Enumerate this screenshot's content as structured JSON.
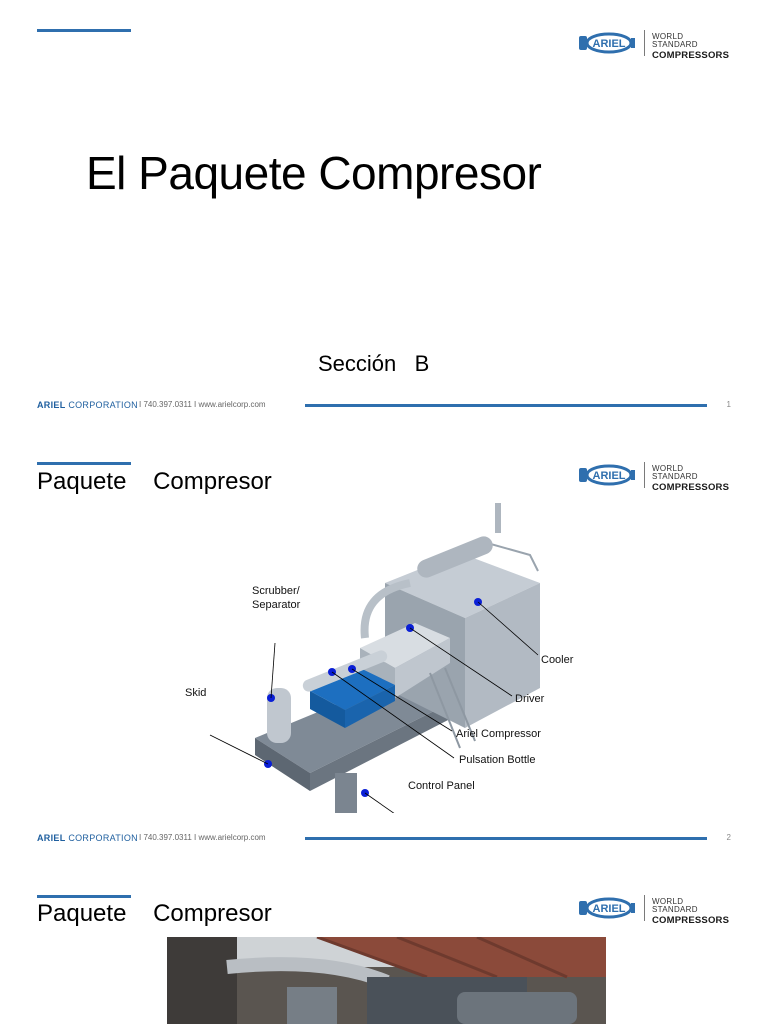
{
  "brand": {
    "logo_word": "ARIEL",
    "tagline_line1": "WORLD STANDARD",
    "tagline_line2": "COMPRESSORS",
    "accent_color": "#2f6fae"
  },
  "footer": {
    "brand_bold": "ARIEL",
    "brand_rest": "CORPORATION",
    "contact": "I  740.397.0311   I  www.arielcorp.com"
  },
  "slides": [
    {
      "title": "El Paquete Compresor",
      "subtitle": "Sección   B",
      "page": "1"
    },
    {
      "title": "Paquete    Compresor",
      "page": "2",
      "callouts": {
        "scrubber": "Scrubber/\nSeparator",
        "skid": "Skid",
        "cooler": "Cooler",
        "driver": "Driver",
        "compressor": "Ariel Compressor",
        "pulsation": "Pulsation Bottle",
        "control": "Control Panel"
      }
    },
    {
      "title": "Paquete    Compresor"
    }
  ]
}
